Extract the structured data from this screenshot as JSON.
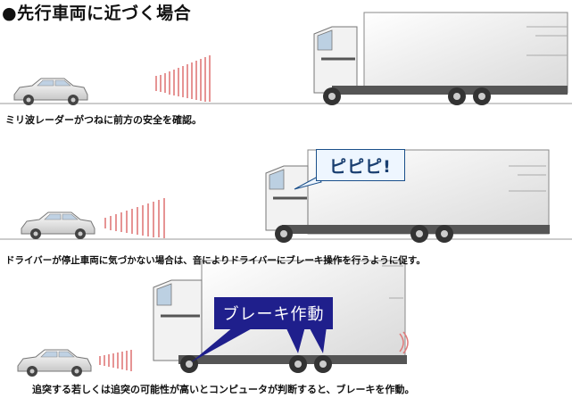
{
  "title": "●先行車両に近づく場合",
  "panels": [
    {
      "caption": "ミリ波レーダーがつねに前方の安全を確認。"
    },
    {
      "caption": "ドライバーが停止車両に気づかない場合は、音によりドライバーにブレーキ操作を行うように促す。",
      "bubble": "ピピピ!"
    },
    {
      "caption": "追突する若しくは追突の可能性が高いとコンピュータが判断すると、ブレーキを作動。",
      "callout": "ブレーキ作動"
    }
  ],
  "colors": {
    "radar": "#e07a7a",
    "callout_bg": "#1f1f8c",
    "bubble_border": "#1a4f8a",
    "road": "#999999",
    "truck_cab": "#f2f2f2"
  }
}
